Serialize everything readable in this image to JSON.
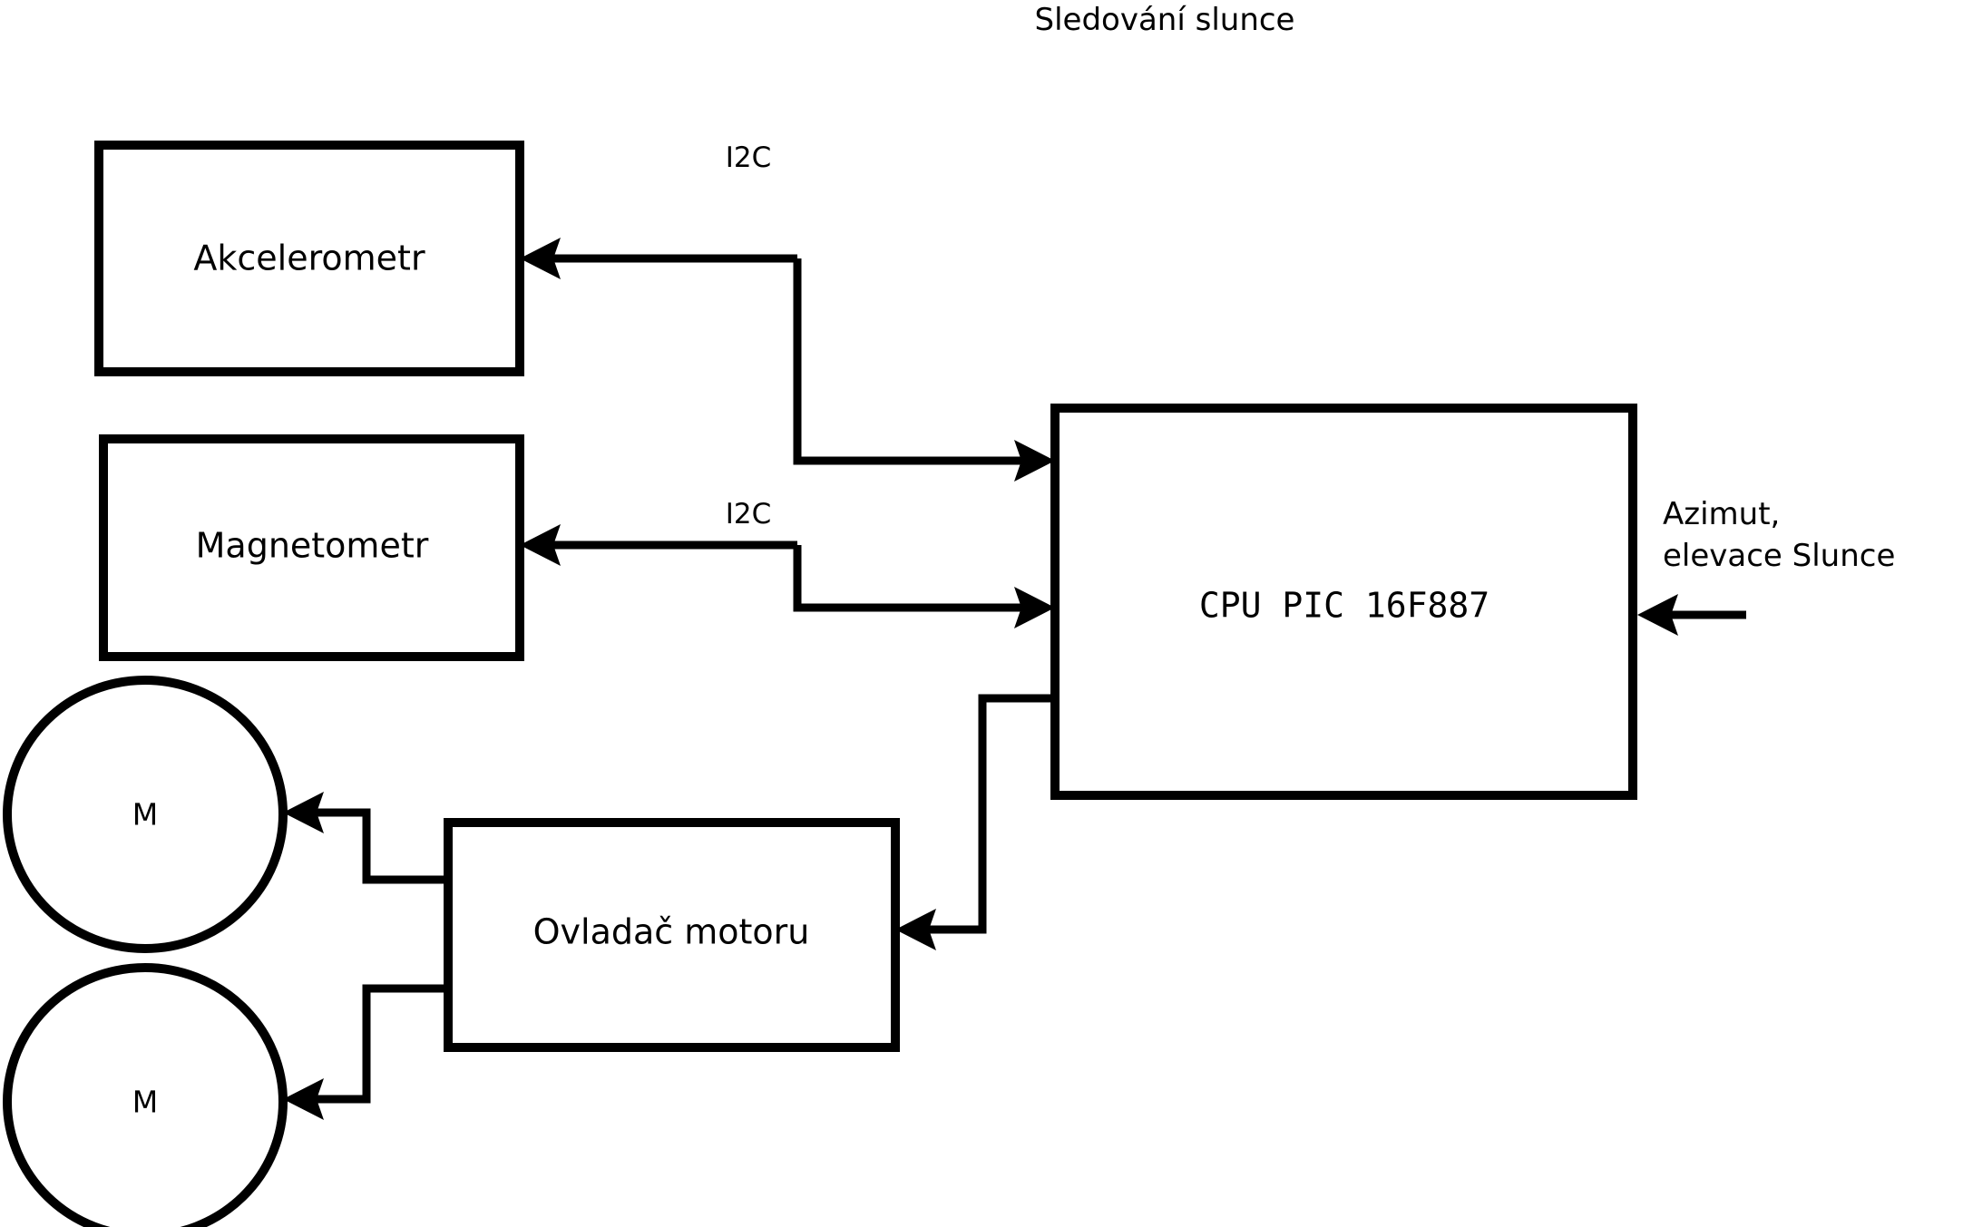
{
  "diagram": {
    "title": "Sledování slunce",
    "nodes": {
      "accelerometer": {
        "label": "Akcelerometr",
        "shape": "rect"
      },
      "magnetometer": {
        "label": "Magnetometr",
        "shape": "rect"
      },
      "cpu": {
        "label": "CPU PIC 16F887",
        "shape": "rect"
      },
      "motor_driver": {
        "label": "Ovladač motoru",
        "shape": "rect"
      },
      "motor_top": {
        "label": "M",
        "shape": "circle"
      },
      "motor_bottom": {
        "label": "M",
        "shape": "circle"
      }
    },
    "edge_labels": {
      "i2c_accelerometer": "I2C",
      "i2c_magnetometer": "I2C"
    },
    "external_input": {
      "line1": "Azimut,",
      "line2": "elevace Slunce"
    },
    "colors": {
      "background": "#ffffff",
      "stroke": "#000000",
      "text": "#000000"
    }
  }
}
